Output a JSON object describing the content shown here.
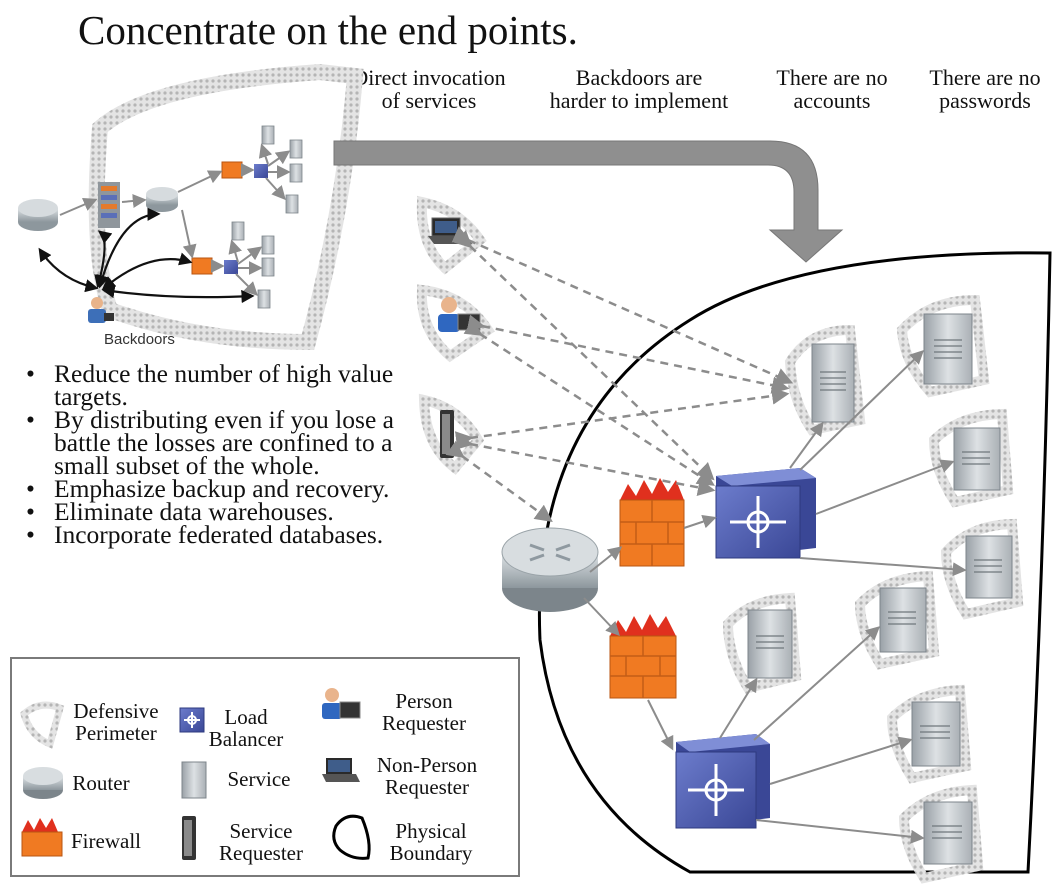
{
  "title": "Concentrate on the end points.",
  "headers": [
    "Direct invocation\nof services",
    "Backdoors are\nharder to implement",
    "There are no\naccounts",
    "There are no\npasswords"
  ],
  "backdoors_label": "Backdoors",
  "bullets": [
    "Reduce the number of high value targets.",
    "By distributing even if you lose a battle the losses are confined to a small subset of the whole.",
    "Emphasize backup and recovery.",
    "Eliminate data warehouses.",
    "Incorporate federated databases."
  ],
  "legend": {
    "defensive_perimeter": "Defensive\nPerimeter",
    "load_balancer": "Load\nBalancer",
    "person_requester": "Person\nRequester",
    "router": "Router",
    "service": "Service",
    "non_person_requester": "Non-Person\nRequester",
    "firewall": "Firewall",
    "service_requester": "Service\nRequester",
    "physical_boundary": "Physical\nBoundary"
  },
  "colors": {
    "arrow_gray": "#8c8c8c",
    "perimeter_gray": "#cfcfcf",
    "firewall_orange": "#f07a22",
    "flame_red": "#e0301e",
    "balancer_blue": "#4f5fb0",
    "router_gray": "#a9b2b8",
    "server_gray": "#b9bec3"
  }
}
